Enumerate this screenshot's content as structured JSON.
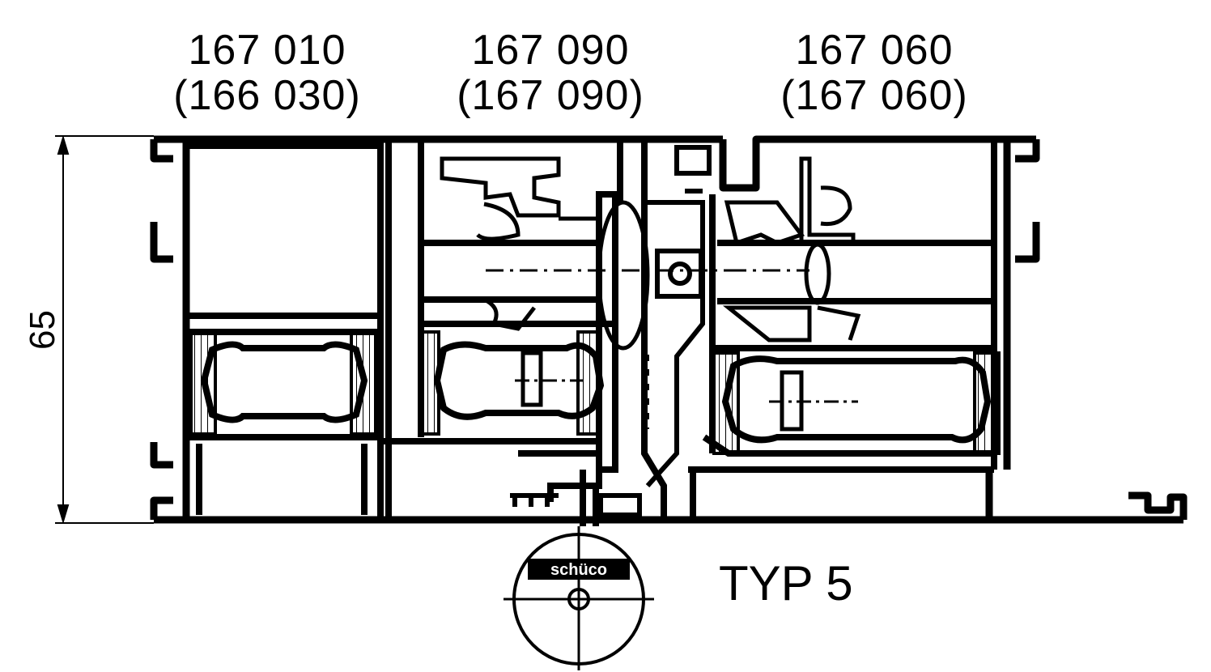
{
  "profiles": [
    {
      "code": "167 010",
      "alt_code": "(166 030)"
    },
    {
      "code": "167 090",
      "alt_code": "(167 090)"
    },
    {
      "code": "167 060",
      "alt_code": "(167 060)"
    }
  ],
  "dimension": {
    "value": "65"
  },
  "type_label": "TYP 5",
  "logo": {
    "text": "schüco"
  },
  "colors": {
    "ink": "#000000",
    "paper": "#ffffff"
  }
}
